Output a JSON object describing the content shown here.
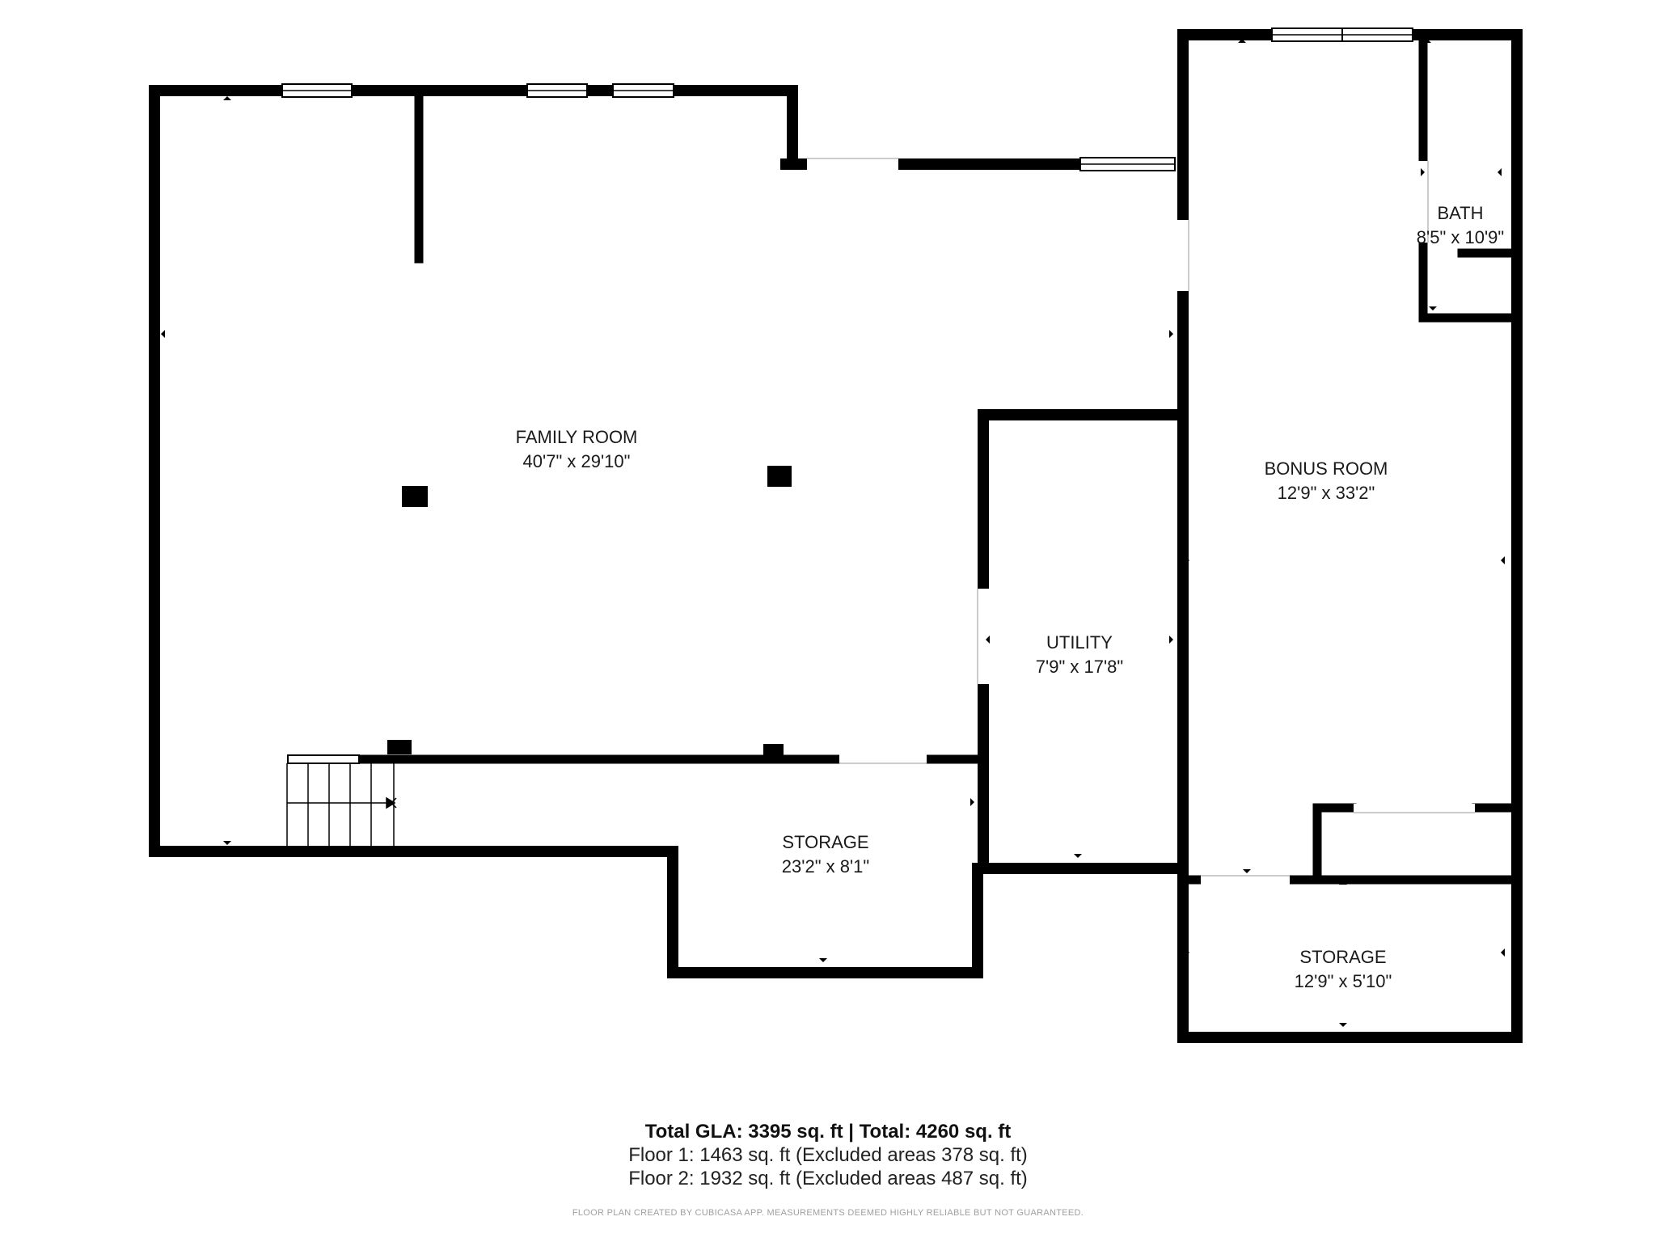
{
  "rooms": {
    "family_room": {
      "name": "FAMILY ROOM",
      "dims": "40'7\" x 29'10\""
    },
    "bonus_room": {
      "name": "BONUS ROOM",
      "dims": "12'9\" x 33'2\""
    },
    "bath": {
      "name": "BATH",
      "dims": "8'5\" x 10'9\""
    },
    "utility": {
      "name": "UTILITY",
      "dims": "7'9\" x 17'8\""
    },
    "storage_center": {
      "name": "STORAGE",
      "dims": "23'2\" x 8'1\""
    },
    "storage_right": {
      "name": "STORAGE",
      "dims": "12'9\" x 5'10\""
    }
  },
  "summary": {
    "total_line": "Total GLA: 3395 sq. ft | Total: 4260 sq. ft",
    "floor1": "Floor 1: 1463 sq. ft (Excluded areas 378 sq. ft)",
    "floor2": "Floor 2: 1932 sq. ft (Excluded areas 487 sq. ft)"
  },
  "disclaimer": "FLOOR PLAN CREATED BY CUBICASA APP. MEASUREMENTS DEEMED HIGHLY RELIABLE BUT NOT GUARANTEED."
}
